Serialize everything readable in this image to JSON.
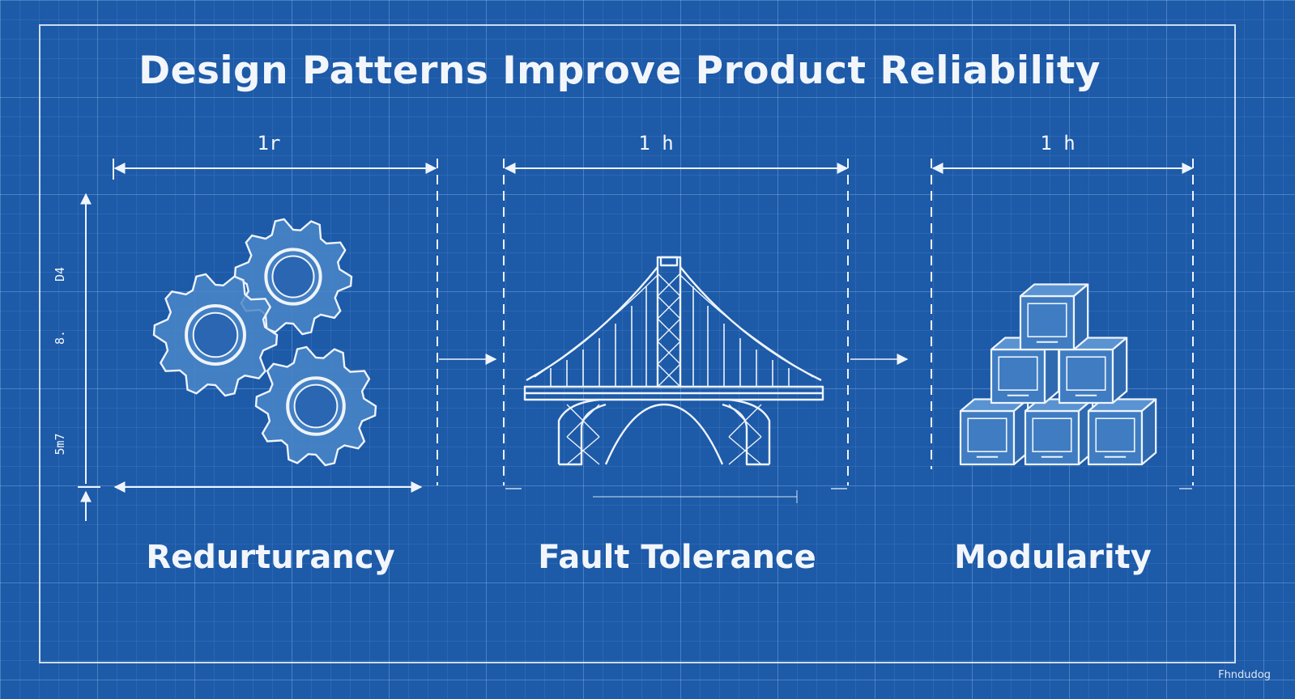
{
  "title": "Design Patterns Improve Product Reliability",
  "panels": [
    {
      "dimension": "1r",
      "caption": "Redurturancy",
      "illustration": "gears-icon"
    },
    {
      "dimension": "1 h",
      "caption": "Fault Tolerance",
      "illustration": "bridge-icon"
    },
    {
      "dimension": "1 h",
      "caption": "Modularity",
      "illustration": "modules-icon"
    }
  ],
  "vertical_labels": [
    "D4",
    "8.",
    "5m7"
  ],
  "signature": "Fhndudog",
  "colors": {
    "background": "#1d5aa8",
    "line": "#eef4fb",
    "fill": "#4a86c8"
  }
}
